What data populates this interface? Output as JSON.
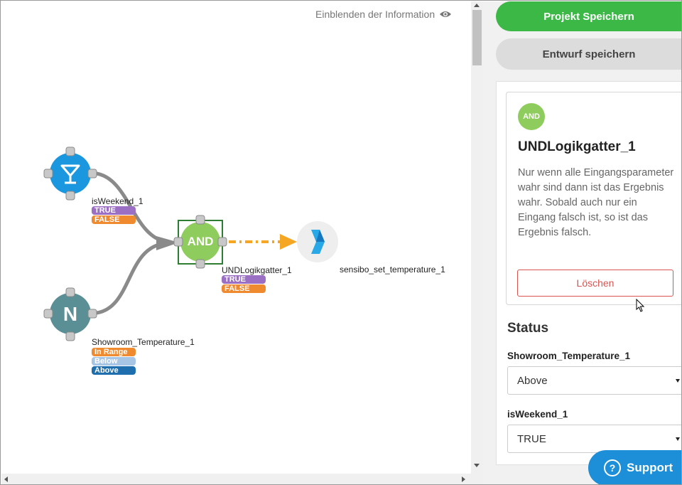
{
  "canvas": {
    "info_link": "Einblenden der Information",
    "nodes": {
      "weekend": {
        "label": "isWeekend_1",
        "states": [
          "TRUE",
          "FALSE"
        ]
      },
      "temperature": {
        "label": "Showroom_Temperature_1",
        "glyph": "N",
        "states": [
          "In Range",
          "Below",
          "Above"
        ]
      },
      "and_gate": {
        "label": "UNDLogikgatter_1",
        "glyph": "AND",
        "states": [
          "TRUE",
          "FALSE"
        ]
      },
      "sensibo": {
        "label": "sensibo_set_temperature_1"
      }
    }
  },
  "panel": {
    "save_project": "Projekt Speichern",
    "save_draft": "Entwurf speichern",
    "card": {
      "badge": "AND",
      "title": "UNDLogikgatter_1",
      "description": "Nur wenn alle Eingangsparameter wahr sind dann ist das Ergebnis wahr. Sobald auch nur ein Eingang falsch ist, so ist das Ergebnis falsch.",
      "delete": "Löschen"
    },
    "status": {
      "title": "Status",
      "fields": [
        {
          "label": "Showroom_Temperature_1",
          "value": "Above"
        },
        {
          "label": "isWeekend_1",
          "value": "TRUE"
        }
      ]
    },
    "support": "Support"
  },
  "colors": {
    "true_pill": "#9b6fc3",
    "false_pill": "#f08a2e",
    "in_range_pill": "#f08a2e",
    "below_pill": "#a7c6e6",
    "above_pill": "#1f6fae",
    "weekend_node": "#1a97de",
    "temperature_node": "#5a8f96",
    "and_node": "#8fcc5e",
    "save_green": "#3cb846",
    "support_blue": "#1d8ed8"
  }
}
